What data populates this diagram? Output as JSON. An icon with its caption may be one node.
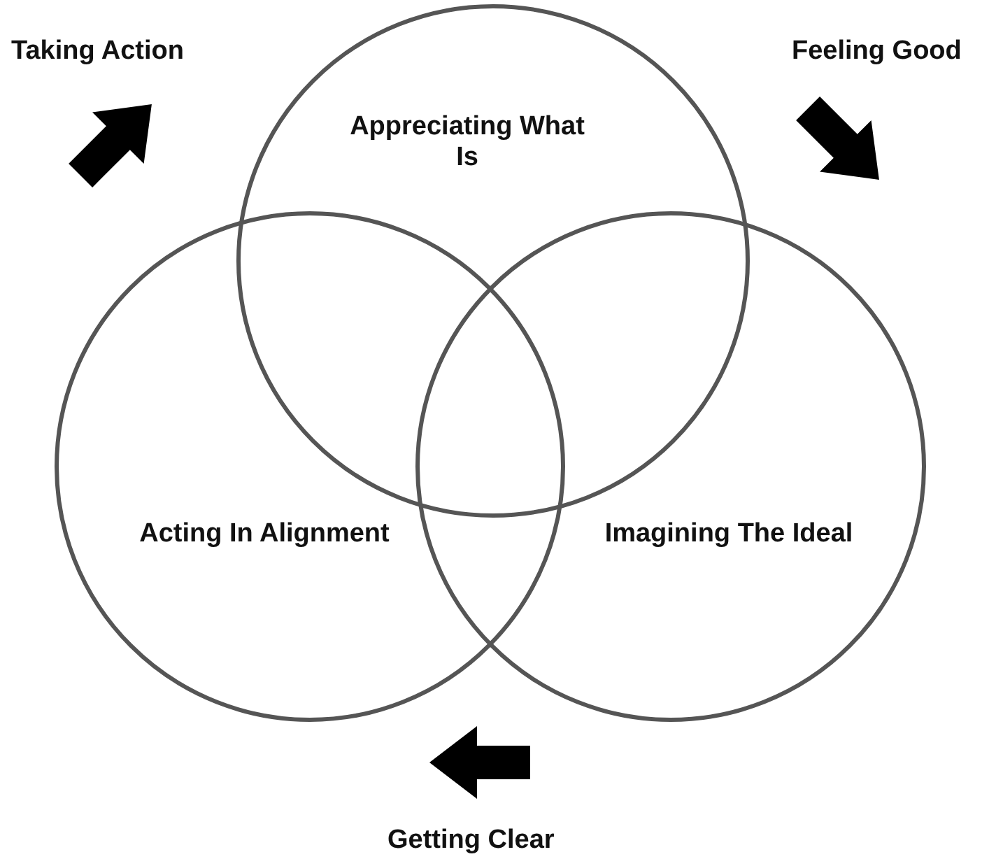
{
  "diagram": {
    "nodes": [
      {
        "text": [
          "Appreciating What Is"
        ]
      },
      {
        "text": [
          "Acting In Alignment"
        ]
      },
      {
        "text": [
          "Imagining The Ideal"
        ]
      }
    ],
    "labels": [
      "Taking Action",
      "Feeling Good",
      "Getting Clear"
    ]
  }
}
